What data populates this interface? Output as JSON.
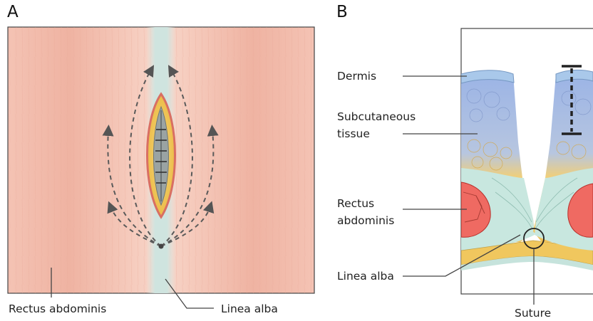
{
  "panel_a": {
    "letter": "A",
    "labels": {
      "rectus_abdominis": "Rectus abdominis",
      "linea_alba": "Linea alba"
    }
  },
  "panel_b": {
    "letter": "B",
    "labels": {
      "dermis": "Dermis",
      "subcutaneous_line1": "Subcutaneous",
      "subcutaneous_line2": "tissue",
      "rectus_line1": "Rectus",
      "rectus_line2": "abdominis",
      "linea_alba": "Linea alba",
      "suture": "Suture"
    }
  },
  "colors": {
    "skin": "#f2b8a8",
    "linea_alba": "#cfe3e0",
    "fat": "#f3c95a",
    "dermis": "#a8c7e8",
    "subcutaneous_blue": "#9fb6e6",
    "fascia": "#c5e6df",
    "muscle": "#e05a55",
    "suture_marks": "#333333"
  }
}
